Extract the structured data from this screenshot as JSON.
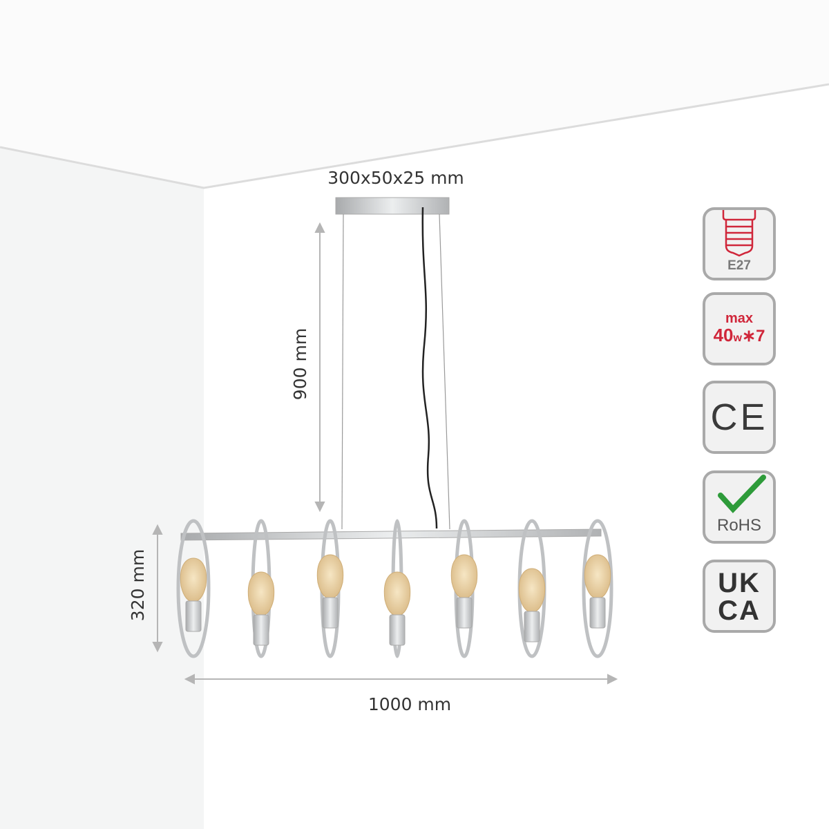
{
  "dimensions": {
    "canopy": "300x50x25 mm",
    "drop_height": "900 mm",
    "fixture_height": "320 mm",
    "fixture_width": "1000 mm"
  },
  "badges": {
    "socket": {
      "label": "E27",
      "icon": "bulb-base-icon"
    },
    "wattage": {
      "line1": "max",
      "line2": "40",
      "unit": "w",
      "times": "∗7"
    },
    "ce": {
      "label": "CE"
    },
    "rohs": {
      "label": "RoHS",
      "icon": "checkmark-icon"
    },
    "ukca": {
      "line1": "UK",
      "line2": "CA"
    }
  },
  "colors": {
    "accent_red": "#d0263a",
    "badge_border": "#a9a9a9",
    "rohs_green": "#2e9b3a",
    "metal": "#c4c6c8"
  },
  "bulb_count": 7
}
